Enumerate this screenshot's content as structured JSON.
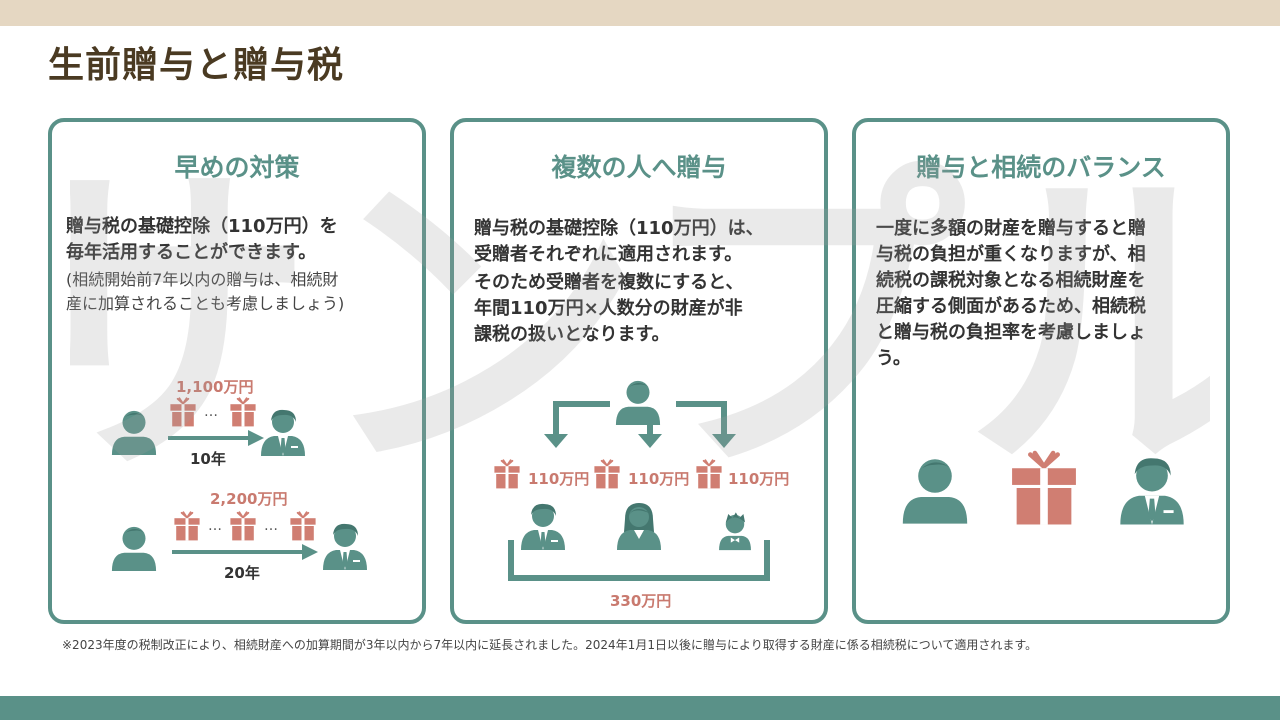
{
  "page": {
    "title": "生前贈与と贈与税",
    "watermark": "サンプル",
    "footnote": "※2023年度の税制改正により、相続財産への加算期間が3年以内から7年以内に延長されました。2024年1月1日以後に贈与により取得する財産に係る相続税について適用されます。"
  },
  "colors": {
    "teal": "#5a9188",
    "gift": "#d07e72",
    "amount_text": "#c97a6f",
    "title_text": "#4a3a22",
    "top_band": "#e5d7c2"
  },
  "cards": [
    {
      "title": "早めの対策",
      "body_lines": [
        "贈与税の基礎控除（110万円）を",
        "毎年活用することができます。"
      ],
      "note_lines": [
        "(相続開始前7年以内の贈与は、相続財",
        "産に加算されることも考慮しましょう)"
      ],
      "diagram": {
        "row1": {
          "amount": "1,100万円",
          "years": "10年",
          "dots": "…"
        },
        "row2": {
          "amount": "2,200万円",
          "years": "20年",
          "dots": "…"
        }
      },
      "icons": [
        "person-icon",
        "gift-icon",
        "arrow-right-icon",
        "businessman-icon"
      ]
    },
    {
      "title": "複数の人へ贈与",
      "body_lines": [
        "贈与税の基礎控除（110万円）は、",
        "受贈者それぞれに適用されます。",
        "そのため受贈者を複数にすると、",
        "年間110万円×人数分の財産が非",
        "課税の扱いとなります。"
      ],
      "diagram": {
        "gift_amounts": [
          "110万円",
          "110万円",
          "110万円"
        ],
        "total": "330万円"
      },
      "icons": [
        "person-icon",
        "arrow-down-icon",
        "gift-icon",
        "businessman-icon",
        "woman-icon",
        "child-icon"
      ]
    },
    {
      "title": "贈与と相続のバランス",
      "body_lines": [
        "一度に多額の財産を贈与すると贈",
        "与税の負担が重くなりますが、相",
        "続税の課税対象となる相続財産を",
        "圧縮する側面があるため、相続税",
        "と贈与税の負担率を考慮しましょ",
        "う。"
      ],
      "icons": [
        "person-icon",
        "gift-icon",
        "businessman-icon"
      ]
    }
  ]
}
